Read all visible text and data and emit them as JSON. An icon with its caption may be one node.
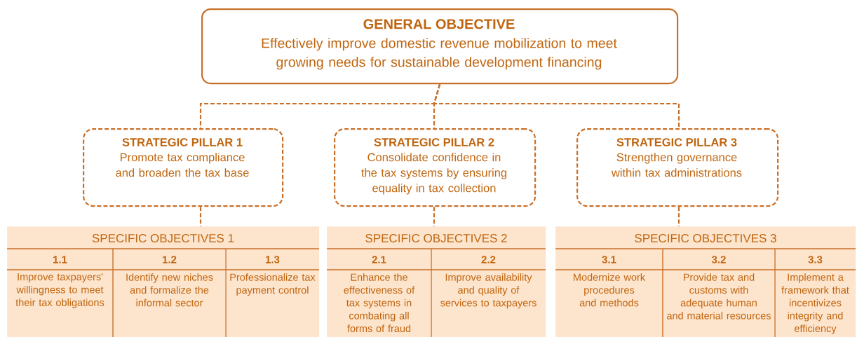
{
  "diagram": {
    "nodes": [
      {
        "text": [
          "GENERAL OBJECTIVE",
          "Effectively improve domestic revenue mobilization to meet growing needs for sustainable development financing"
        ]
      },
      {
        "text": [
          "STRATEGIC PILLAR 1",
          "Promote tax compliance and broaden the tax base"
        ]
      },
      {
        "text": [
          "STRATEGIC PILLAR 2",
          "Consolidate confidence in the tax systems by ensuring equality in tax collection"
        ]
      },
      {
        "text": [
          "STRATEGIC PILLAR 3",
          "Strengthen governance within tax administrations"
        ]
      },
      {
        "text": [
          "SPECIFIC OBJECTIVES 1"
        ]
      },
      {
        "text": [
          "1.1",
          "Improve taxpayers' willingness to meet their tax obligations"
        ],
        "in": 4
      },
      {
        "text": [
          "1.2",
          "Identify new niches and formalize the informal sector"
        ],
        "in": 4
      },
      {
        "text": [
          "1.3",
          "Professionalize tax payment control"
        ],
        "in": 4
      },
      {
        "text": [
          "SPECIFIC OBJECTIVES 2"
        ]
      },
      {
        "text": [
          "2.1",
          "Enhance the effectiveness of tax systems in combating all forms of fraud"
        ],
        "in": 8
      },
      {
        "text": [
          "2.2",
          "Improve availability and quality of services to taxpayers"
        ],
        "in": 8
      },
      {
        "text": [
          "SPECIFIC OBJECTIVES 3"
        ]
      },
      {
        "text": [
          "3.1",
          "Modernize work procedures and methods"
        ],
        "in": 11
      },
      {
        "text": [
          "3.2",
          "Provide tax and customs with adequate human and material resources"
        ],
        "in": 11
      },
      {
        "text": [
          "3.3",
          "Implement a framework that incentivizes integrity and efficiency"
        ],
        "in": 11
      }
    ],
    "edges": [
      {
        "from": 0,
        "to": 1,
        "arrow": "none",
        "style": "dashed"
      },
      {
        "from": 0,
        "to": 2,
        "arrow": "none",
        "style": "dashed"
      },
      {
        "from": 0,
        "to": 3,
        "arrow": "none",
        "style": "dashed"
      },
      {
        "from": 1,
        "to": 4,
        "arrow": "none",
        "style": "dashed"
      },
      {
        "from": 2,
        "to": 8,
        "arrow": "none",
        "style": "dashed"
      },
      {
        "from": 3,
        "to": 11,
        "arrow": "none",
        "style": "dashed"
      }
    ]
  }
}
